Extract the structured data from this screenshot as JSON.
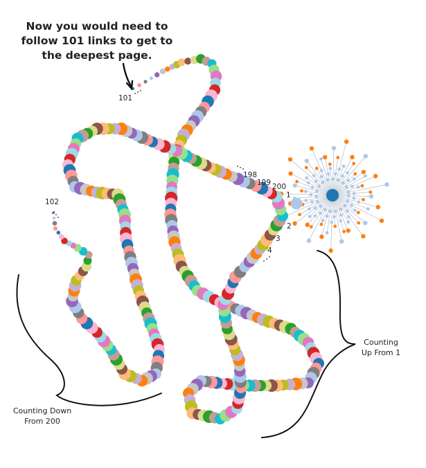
{
  "headline": {
    "line1": "Now you would need to",
    "line2": "follow 101 links to get to",
    "line3": "the deepest page."
  },
  "labels": {
    "count_down": {
      "line1": "Counting Down",
      "line2": "From 200"
    },
    "count_up": {
      "line1": "Counting",
      "line2": "Up From 1"
    }
  },
  "node_numbers": {
    "n1": "1",
    "n2": "2",
    "n3": "3",
    "n4": "4",
    "n101": "101",
    "n102": "102",
    "n198": "198",
    "n199": "199",
    "n200": "200"
  },
  "colors": {
    "hub": "#1f77b4",
    "spokes": "#b8c3cf",
    "spoke_node": "#aec7e8",
    "leaf": "#ff7f0e",
    "palette": [
      "#1f77b4",
      "#aec7e8",
      "#ff7f0e",
      "#ffbb78",
      "#2ca02c",
      "#98df8a",
      "#d62728",
      "#ff9896",
      "#9467bd",
      "#c5b0d5",
      "#8c564b",
      "#c49c94",
      "#e377c2",
      "#f7b6d2",
      "#7f7f7f",
      "#c7c7c7",
      "#bcbd22",
      "#dbdb8d",
      "#17becf",
      "#9edae5"
    ]
  }
}
